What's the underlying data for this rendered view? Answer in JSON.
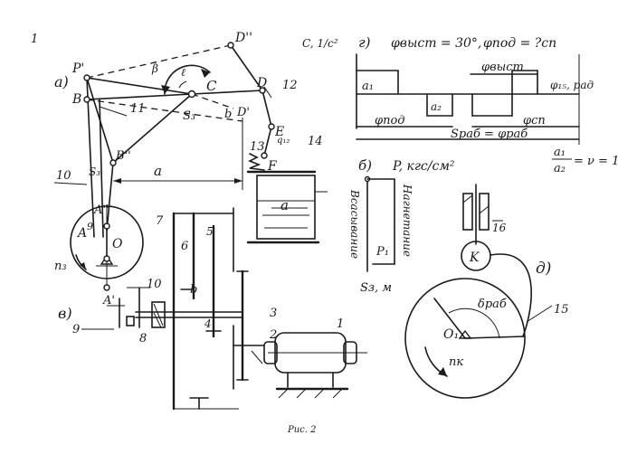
{
  "figure": {
    "page_marker": "1",
    "footer": "Рис. 2",
    "panel_a": {
      "tag": "а)",
      "points": {
        "P1": "P'",
        "B": "B",
        "C": "C",
        "D2": "D''",
        "D": "D",
        "D1": "D'",
        "E": "E",
        "F": "F",
        "S3": "S₃",
        "S3b": "S₃",
        "B2": "B''",
        "A": "A",
        "A1": "A'",
        "A2": "A''",
        "O": "O"
      },
      "members": {
        "m11": "11",
        "m12": "12",
        "m10": "10",
        "m13": "13",
        "m14": "14",
        "m9": "9"
      },
      "b_label": "b",
      "angle_label": "ℓ",
      "beta_label": "β",
      "dist_a": "a",
      "dist_a2": "a",
      "q12": "q₁₂",
      "ng": "n₃"
    },
    "panel_b": {
      "tag": "в)",
      "members": {
        "m1": "1",
        "m2": "2",
        "m3": "3",
        "m4": "4",
        "m5": "5",
        "m6": "6",
        "m7": "7",
        "m8": "8",
        "m9": "9",
        "m10": "10"
      },
      "b_label": "b"
    },
    "panel_g": {
      "tag": "г)",
      "axis_top": "C, 1/с²",
      "header_phi_vyst": "φвыст = 30°,",
      "header_phi_pod": "φпод = ?сп",
      "a1": "a₁",
      "a2": "a₂",
      "phi_vyst": "φвыст",
      "phi_pod": "φпод",
      "phi_sp": "φсп",
      "phi_rad": "φ₁₅, рад",
      "s_label": "Sраб = φраб",
      "ratio_num": "a₁",
      "ratio_den": "a₂",
      "ratio_eq": "= ν = 1"
    },
    "panel_b2": {
      "tag": "б)",
      "axis": "P, кгс/см²",
      "p1": "P₁",
      "s_axis": "Sз, м",
      "vsasyv": "Всасывание",
      "nagnet": "Нагнетание"
    },
    "panel_d": {
      "tag": "д)",
      "m16": "16",
      "m15": "15",
      "K": "K",
      "O1": "O₁",
      "delta": "δраб",
      "nk": "nк"
    }
  }
}
